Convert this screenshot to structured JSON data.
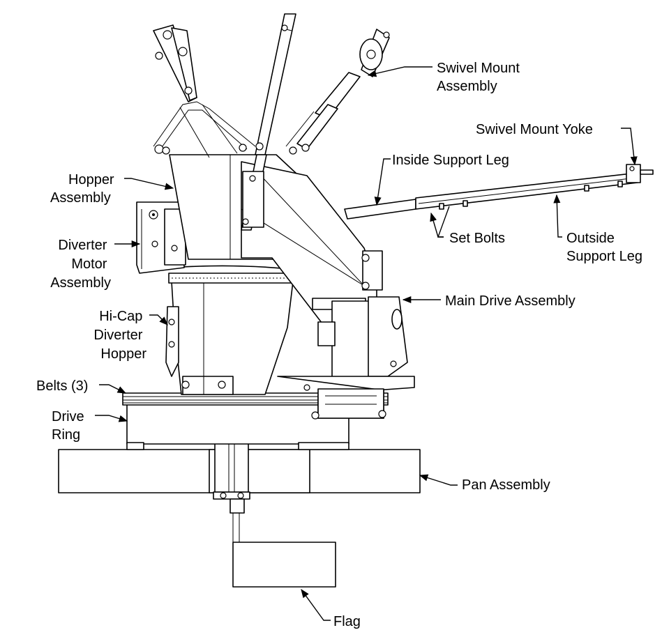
{
  "labels": {
    "swivel_mount_assembly": [
      "Swivel Mount",
      "Assembly"
    ],
    "swivel_mount_yoke": "Swivel Mount Yoke",
    "inside_support_leg": "Inside Support Leg",
    "hopper_assembly": [
      "Hopper",
      "Assembly"
    ],
    "diverter_motor_assembly": [
      "Diverter",
      "Motor",
      "Assembly"
    ],
    "set_bolts": "Set Bolts",
    "outside_support_leg": [
      "Outside",
      "Support Leg"
    ],
    "main_drive_assembly": "Main Drive Assembly",
    "hicap_diverter_hopper": [
      "Hi-Cap",
      "Diverter",
      "Hopper"
    ],
    "belts": "Belts (3)",
    "drive_ring": [
      "Drive",
      "Ring"
    ],
    "pan_assembly": "Pan Assembly",
    "flag": "Flag"
  },
  "colors": {
    "line": "#000000",
    "background": "#ffffff"
  }
}
